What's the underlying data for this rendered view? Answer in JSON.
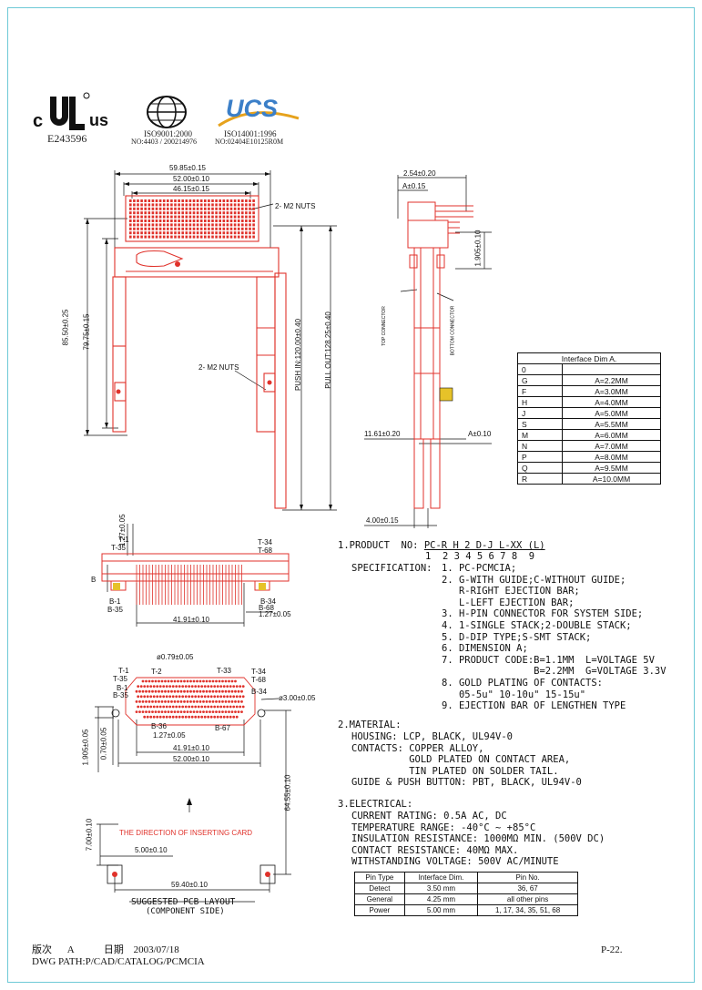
{
  "logos": {
    "ul_left": "c",
    "ul_right": "us",
    "ul_file": "E243596",
    "cqc_line1": "ISO9001:2000",
    "cqc_line2": "NO:4403 / 200214976",
    "ucs_mark": "UCS",
    "ucs_line1": "ISO14001:1996",
    "ucs_line2": "NO:02404E10125R0M"
  },
  "top_view": {
    "dim_overall": "59.85±0.15",
    "dim_mid": "52.00±0.10",
    "dim_inner": "46.15±0.15",
    "nuts_top": "2- M2 NUTS",
    "nuts_mid": "2- M2 NUTS",
    "dim_height_outer": "85.50±0.25",
    "dim_height_inner": "79.75±0.15",
    "push_in": "PUSH IN:120.00±0.40",
    "pull_out": "PULL OUT:128.25±0.40"
  },
  "side_view": {
    "dim_top": "2.54±0.20",
    "dim_a_top": "A±0.15",
    "dim_right": "1.905±0.10",
    "label_top_connector": "TOP CONNECTOR",
    "label_bottom_connector": "BOTTOM CONNECTOR",
    "dim_left": "11.61±0.20",
    "dim_a_right": "A±0.10",
    "dim_bottom": "4.00±0.15"
  },
  "interface_table": {
    "title": "Interface Dim A.",
    "rows": [
      {
        "code": "0",
        "value": ""
      },
      {
        "code": "G",
        "value": "A=2.2MM"
      },
      {
        "code": "F",
        "value": "A=3.0MM"
      },
      {
        "code": "H",
        "value": "A=4.0MM"
      },
      {
        "code": "J",
        "value": "A=5.0MM"
      },
      {
        "code": "S",
        "value": "A=5.5MM"
      },
      {
        "code": "M",
        "value": "A=6.0MM"
      },
      {
        "code": "N",
        "value": "A=7.0MM"
      },
      {
        "code": "P",
        "value": "A=8.0MM"
      },
      {
        "code": "Q",
        "value": "A=9.5MM"
      },
      {
        "code": "R",
        "value": "A=10.0MM"
      }
    ]
  },
  "front_view": {
    "t1": "T-1",
    "t35": "T-35",
    "t34": "T-34",
    "t68": "T-68",
    "b1": "B-1",
    "b35": "B-35",
    "b34": "B-34",
    "b68": "B-68",
    "dim_top": "1.27±0.05",
    "dim_bottom_right": "1.27±0.05",
    "dim_width": "41.91±0.10",
    "label_b": "B"
  },
  "pcb_layout": {
    "t1": "T-1",
    "t35": "T-35",
    "t2": "T-2",
    "t33": "T-33",
    "t34": "T-34",
    "t68": "T-68",
    "b1": "B-1",
    "b35": "B-35",
    "b34": "B-34",
    "b36": "B-36",
    "b67": "B-67",
    "hole_small": "ø0.79±0.05",
    "hole_large": "ø3.00±0.05",
    "dim_pitch": "1.27±0.05",
    "dim_pins": "41.91±0.10",
    "dim_holes": "52.00±0.10",
    "dim_left_a": "1.905±0.05",
    "dim_left_b": "0.70±0.05",
    "dim_right": "64.55±0.10",
    "direction": "THE DIRECTION OF INSERTING CARD",
    "dim_vert": "7.00±0.10",
    "dim_small": "5.00±0.10",
    "dim_wide": "59.40±0.10",
    "title": "SUGGESTED PCB LAYOUT",
    "subtitle": "(COMPONENT SIDE)"
  },
  "product": {
    "heading": "1.PRODUCT  NO:",
    "code": "PC-R H 2 D-J L-XX (L)",
    "digits": "1  2 3 4 5 6 7 8  9",
    "spec_label": "SPECIFICATION:",
    "spec_lines": [
      "1. PC-PCMCIA;",
      "2. G-WITH GUIDE;C-WITHOUT GUIDE;",
      "   R-RIGHT EJECTION BAR;",
      "   L-LEFT EJECTION BAR;",
      "3. H-PIN CONNECTOR FOR SYSTEM SIDE;",
      "4. 1-SINGLE STACK;2-DOUBLE STACK;",
      "5. D-DIP TYPE;S-SMT STACK;",
      "6. DIMENSION A;",
      "7. PRODUCT CODE:B=1.1MM  L=VOLTAGE 5V",
      "                B=2.2MM  G=VOLTAGE 3.3V",
      "8. GOLD PLATING OF CONTACTS:",
      "   05-5u\" 10-10u\" 15-15u\"",
      "9. EJECTION BAR OF LENGTHEN TYPE"
    ]
  },
  "material": {
    "heading": "2.MATERIAL:",
    "lines": [
      "HOUSING: LCP, BLACK, UL94V-0",
      "CONTACTS: COPPER ALLOY,",
      "          GOLD PLATED ON CONTACT AREA,",
      "          TIN PLATED ON SOLDER TAIL.",
      "GUIDE & PUSH BUTTON: PBT, BLACK, UL94V-0"
    ]
  },
  "electrical": {
    "heading": "3.ELECTRICAL:",
    "lines": [
      "CURRENT RATING: 0.5A AC, DC",
      "TEMPERATURE RANGE: -40°C ~ +85°C",
      "INSULATION RESISTANCE: 1000MΩ MIN. (500V DC)",
      "CONTACT RESISTANCE: 40MΩ MAX.",
      "WITHSTANDING VOLTAGE: 500V AC/MINUTE"
    ]
  },
  "pin_table": {
    "headers": [
      "Pin Type",
      "Interface Dim.",
      "Pin No."
    ],
    "rows": [
      [
        "Detect",
        "3.50 mm",
        "36, 67"
      ],
      [
        "General",
        "4.25 mm",
        "all other pins"
      ],
      [
        "Power",
        "5.00 mm",
        "1, 17, 34, 35, 51, 68"
      ]
    ]
  },
  "footer": {
    "version_label": "版次",
    "version_value": "A",
    "date_label": "日期",
    "date_value": "2003/07/18",
    "dwg_path": "DWG PATH:P/CAD/CATALOG/PCMCIA",
    "page": "P-22."
  }
}
